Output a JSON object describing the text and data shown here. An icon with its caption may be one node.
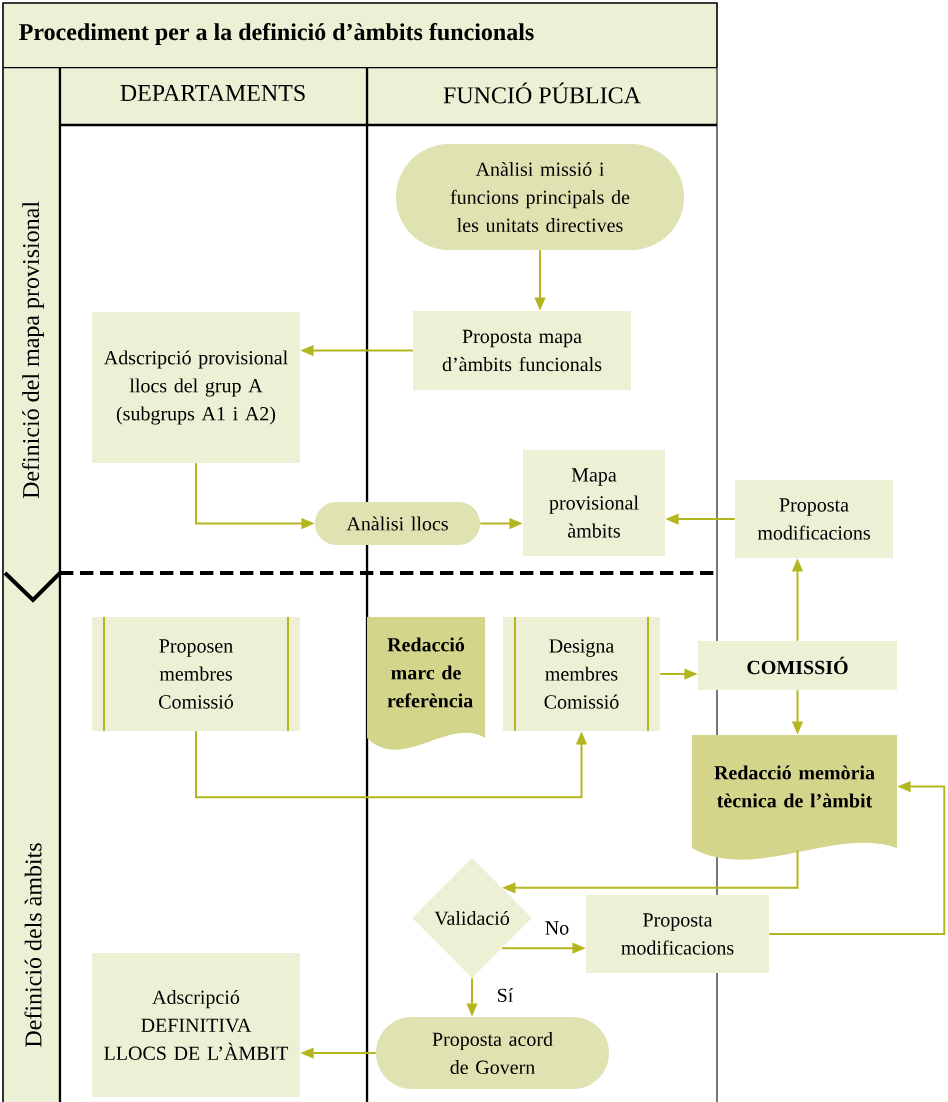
{
  "diagram": {
    "title": "Procediment per a la definició d’àmbits funcionals",
    "nodes": [
      {
        "text": [
          "Anàlisi missió i funcions principals de les unitats directives"
        ]
      },
      {
        "text": [
          "Proposta mapa d’àmbits funcionals"
        ]
      },
      {
        "text": [
          "Adscripció provisional llocs del grup A (subgrups A1 i A2)"
        ]
      },
      {
        "text": [
          "Anàlisi llocs"
        ]
      },
      {
        "text": [
          "Mapa provisional àmbits"
        ]
      },
      {
        "text": [
          "Proposta modificacions"
        ]
      },
      {
        "text": [
          "Proposen membres Comissió"
        ]
      },
      {
        "text": [
          "Redacció marc de referència"
        ]
      },
      {
        "text": [
          "Designa membres Comissió"
        ]
      },
      {
        "text": [
          "COMISSIÓ"
        ]
      },
      {
        "text": [
          "Redacció memòria tècnica de l’àmbit"
        ]
      },
      {
        "text": [
          "Validació"
        ]
      },
      {
        "text": [
          "Proposta modificacions"
        ]
      },
      {
        "text": [
          "Proposta acord de Govern"
        ]
      },
      {
        "text": [
          "Adscripció DEFINITIVA LLOCS DE L’ÀMBIT"
        ]
      }
    ],
    "edges": [
      {
        "from": 0,
        "to": 1,
        "arrow": "to"
      },
      {
        "from": 1,
        "to": 2,
        "arrow": "to"
      },
      {
        "from": 2,
        "to": 3,
        "arrow": "to"
      },
      {
        "from": 3,
        "to": 4,
        "arrow": "to"
      },
      {
        "from": 5,
        "to": 4,
        "arrow": "to"
      },
      {
        "from": 6,
        "to": 8,
        "arrow": "to"
      },
      {
        "from": 8,
        "to": 9,
        "arrow": "to"
      },
      {
        "from": 9,
        "to": 5,
        "arrow": "to"
      },
      {
        "from": 9,
        "to": 10,
        "arrow": "to"
      },
      {
        "from": 10,
        "to": 11,
        "arrow": "to"
      },
      {
        "from": 11,
        "to": 12,
        "arrow": "to",
        "label": "No"
      },
      {
        "from": 11,
        "to": 13,
        "arrow": "to",
        "label": "Sí"
      },
      {
        "from": 12,
        "to": 10,
        "arrow": "to"
      },
      {
        "from": 13,
        "to": 14,
        "arrow": "to"
      }
    ],
    "labels": [
      "DEPARTAMENTS",
      "FUNCIÓ PÚBLICA",
      "Definició del mapa provisional",
      "Definició dels àmbits"
    ]
  }
}
